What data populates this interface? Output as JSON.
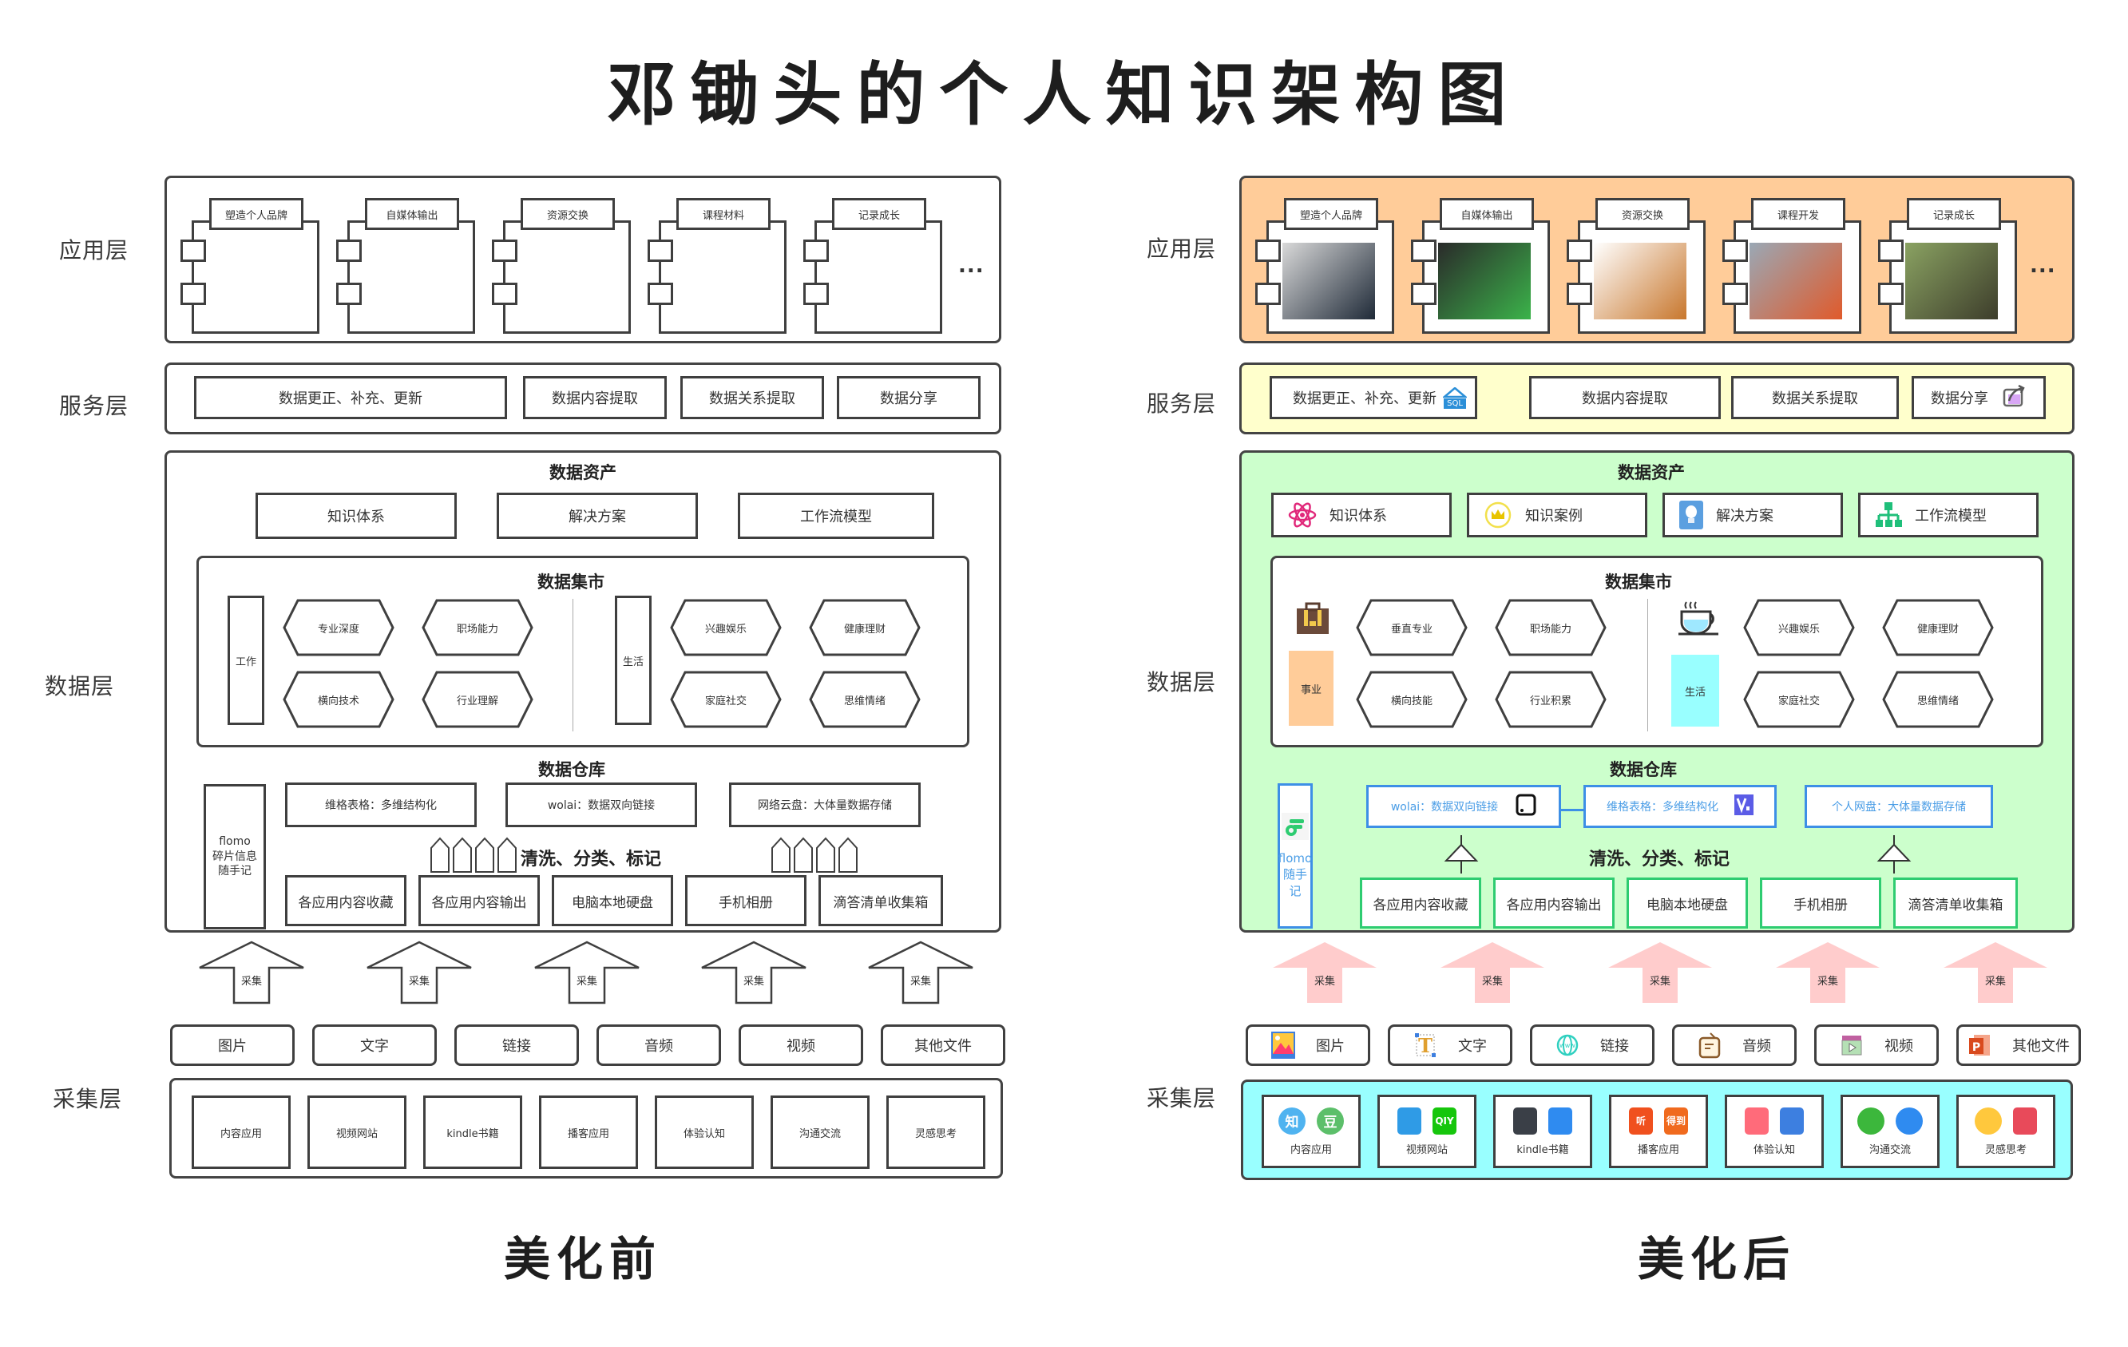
{
  "title": "邓锄头的个人知识架构图",
  "captions": {
    "before": "美化前",
    "after": "美化后"
  },
  "layers": {
    "app": "应用层",
    "service": "服务层",
    "data": "数据层",
    "collect": "采集层"
  },
  "colors": {
    "app_bg_after": "#ffcc99",
    "service_bg_after": "#ffffcc",
    "data_bg_after": "#ccffcc",
    "collect_bg_after": "#99ffff",
    "arrow_after": "#ffcccc",
    "career_label_bg": "#ffcc99",
    "life_label_bg": "#99ffff",
    "warehouse_blue": "#3d8fe6",
    "source_green": "#2ecc71"
  },
  "before": {
    "applications": [
      "塑造个人品牌",
      "自媒体输出",
      "资源交换",
      "课程材料",
      "记录成长"
    ],
    "more": "...",
    "services": [
      "数据更正、补充、更新",
      "数据内容提取",
      "数据关系提取",
      "数据分享"
    ],
    "data_assets": {
      "title": "数据资产",
      "items": [
        "知识体系",
        "解决方案",
        "工作流模型"
      ]
    },
    "data_mart": {
      "title": "数据集市",
      "work": {
        "label": "工作",
        "items": [
          "专业深度",
          "职场能力",
          "横向技术",
          "行业理解"
        ]
      },
      "life": {
        "label": "生活",
        "items": [
          "兴趣娱乐",
          "健康理财",
          "家庭社交",
          "思维情绪"
        ]
      }
    },
    "warehouse": {
      "title": "数据仓库",
      "flomo": [
        "flomo",
        "碎片信息",
        "随手记"
      ],
      "stores": [
        "维格表格：多维结构化",
        "wolai：数据双向链接",
        "网络云盘：大体量数据存储"
      ],
      "process": "清洗、分类、标记",
      "sources": [
        "各应用内容收藏",
        "各应用内容输出",
        "电脑本地硬盘",
        "手机相册",
        "滴答清单收集箱"
      ]
    },
    "arrow_label": "采集",
    "types": [
      "图片",
      "文字",
      "链接",
      "音频",
      "视频",
      "其他文件"
    ],
    "channels": [
      "内容应用",
      "视频网站",
      "kindle书籍",
      "播客应用",
      "体验认知",
      "沟通交流",
      "灵感思考"
    ]
  },
  "after": {
    "applications": [
      "塑造个人品牌",
      "自媒体输出",
      "资源交换",
      "课程开发",
      "记录成长"
    ],
    "more": "...",
    "services": [
      {
        "label": "数据更正、补充、更新",
        "icon": "sql-icon"
      },
      {
        "label": "数据内容提取"
      },
      {
        "label": "数据关系提取"
      },
      {
        "label": "数据分享",
        "icon": "share-icon"
      }
    ],
    "sql_text": "SQL",
    "data_assets": {
      "title": "数据资产",
      "items": [
        {
          "label": "知识体系",
          "icon": "atom-icon"
        },
        {
          "label": "知识案例",
          "icon": "crown-icon"
        },
        {
          "label": "解决方案",
          "icon": "lightbulb-icon"
        },
        {
          "label": "工作流模型",
          "icon": "org-chart-icon"
        }
      ]
    },
    "data_mart": {
      "title": "数据集市",
      "work": {
        "label": "事业",
        "items": [
          "垂直专业",
          "职场能力",
          "横向技能",
          "行业积累"
        ]
      },
      "life": {
        "label": "生活",
        "items": [
          "兴趣娱乐",
          "健康理财",
          "家庭社交",
          "思维情绪"
        ]
      }
    },
    "warehouse": {
      "title": "数据仓库",
      "flomo": [
        "flomo",
        "随手记"
      ],
      "stores": [
        "wolai：数据双向链接",
        "维格表格：多维结构化",
        "个人网盘：大体量数据存储"
      ],
      "process": "清洗、分类、标记",
      "sources": [
        "各应用内容收藏",
        "各应用内容输出",
        "电脑本地硬盘",
        "手机相册",
        "滴答清单收集箱"
      ]
    },
    "arrow_label": "采集",
    "types": [
      {
        "label": "图片",
        "icon": "image-icon"
      },
      {
        "label": "文字",
        "icon": "text-icon"
      },
      {
        "label": "链接",
        "icon": "www-icon"
      },
      {
        "label": "音频",
        "icon": "radio-icon"
      },
      {
        "label": "视频",
        "icon": "video-icon"
      },
      {
        "label": "其他文件",
        "icon": "powerpoint-icon"
      }
    ],
    "channels": [
      {
        "label": "内容应用",
        "glyphs": [
          "知",
          "豆"
        ]
      },
      {
        "label": "视频网站",
        "glyphs": [
          "",
          "QIY"
        ]
      },
      {
        "label": "kindle书籍",
        "glyphs": [
          "",
          ""
        ]
      },
      {
        "label": "播客应用",
        "glyphs": [
          "听",
          "得到"
        ]
      },
      {
        "label": "体验认知",
        "glyphs": [
          "",
          ""
        ]
      },
      {
        "label": "沟通交流",
        "glyphs": [
          "",
          ""
        ]
      },
      {
        "label": "灵感思考",
        "glyphs": [
          "",
          ""
        ]
      }
    ]
  }
}
